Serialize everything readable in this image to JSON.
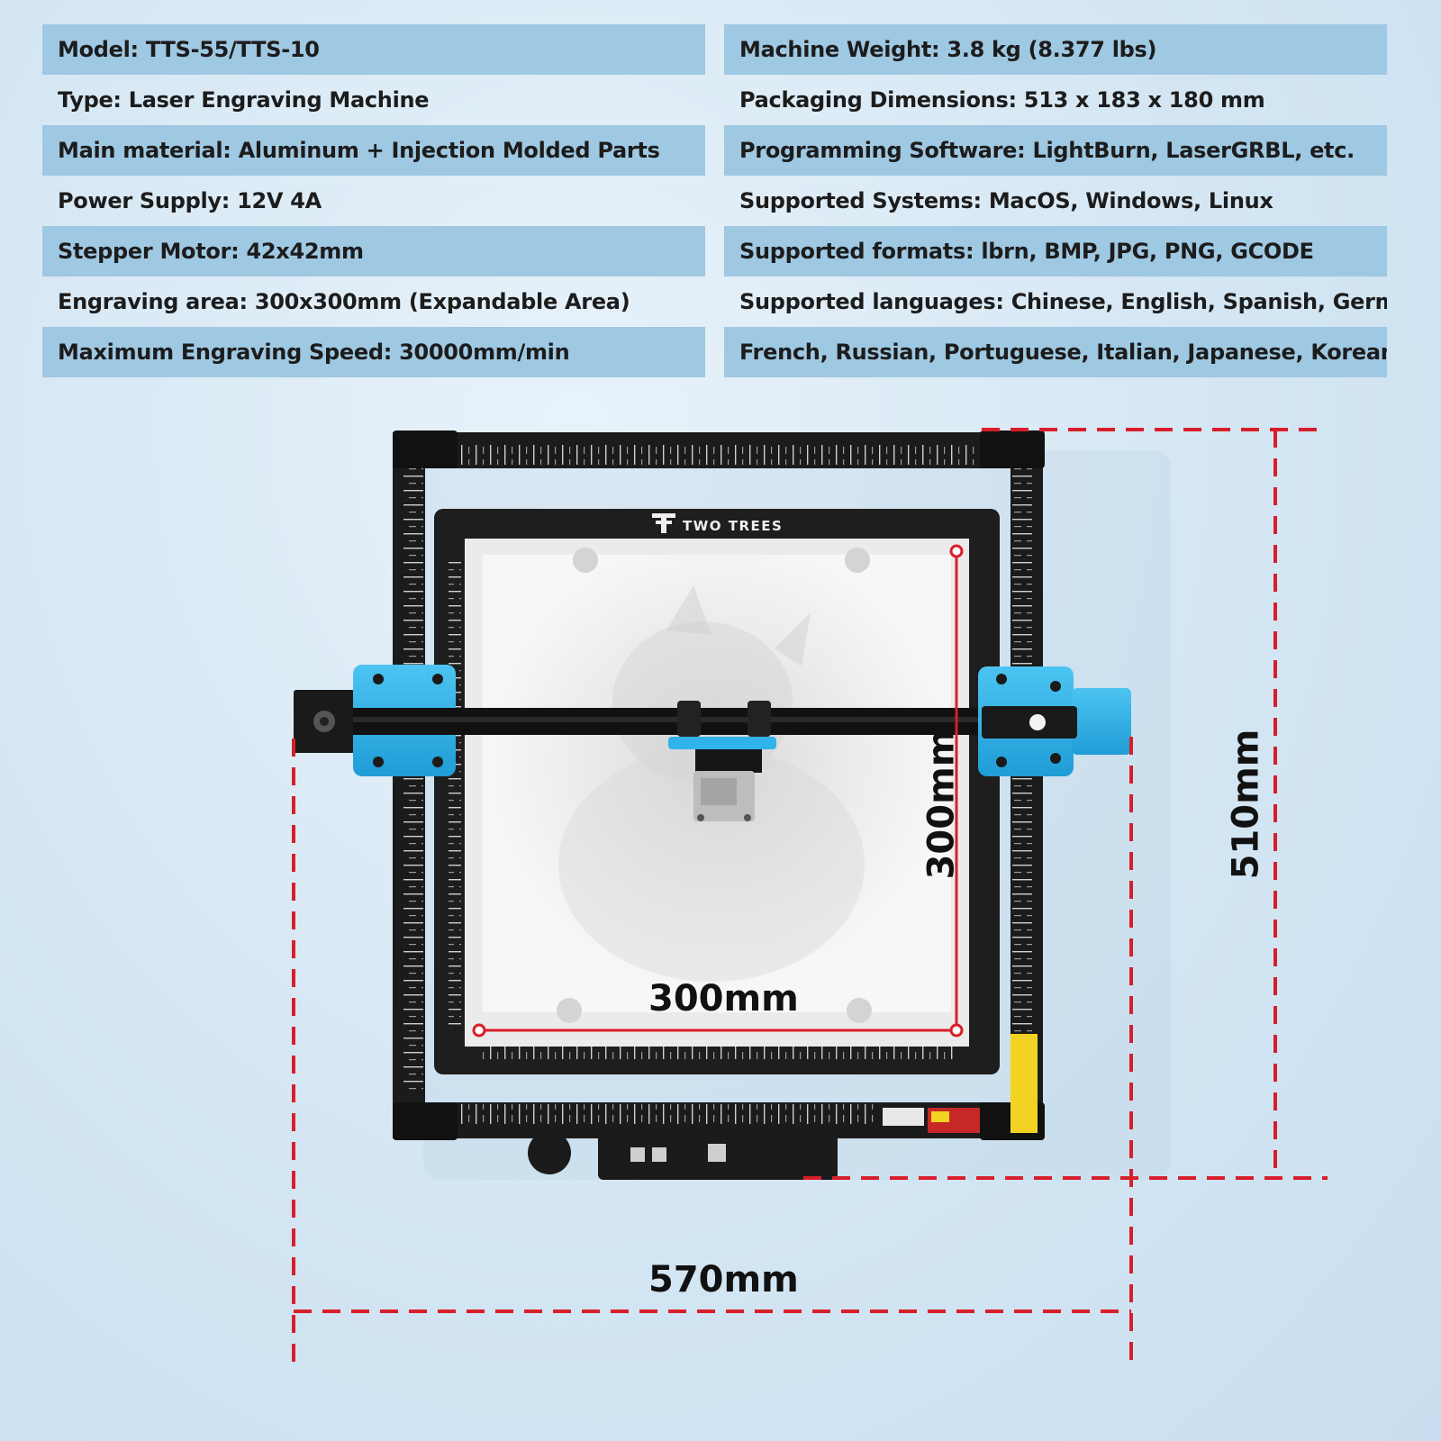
{
  "specs_left": [
    {
      "text": "Model:  TTS-55/TTS-10",
      "band": true
    },
    {
      "text": "Type: Laser Engraving Machine",
      "band": false
    },
    {
      "text": "Main material: Aluminum + Injection Molded Parts",
      "band": true
    },
    {
      "text": "Power Supply: 12V 4A",
      "band": false
    },
    {
      "text": "Stepper Motor: 42x42mm",
      "band": true
    },
    {
      "text": "Engraving area: 300x300mm (Expandable  Area)",
      "band": false
    },
    {
      "text": "Maximum Engraving Speed: 30000mm/min",
      "band": true
    }
  ],
  "specs_right": [
    {
      "text": "Machine Weight: 3.8 kg (8.377 lbs)",
      "band": true
    },
    {
      "text": "Packaging Dimensions: 513 x 183 x 180 mm",
      "band": false
    },
    {
      "text": "Programming Software: LightBurn, LaserGRBL, etc.",
      "band": true
    },
    {
      "text": "Supported Systems: MacOS, Windows, Linux",
      "band": false
    },
    {
      "text": "Supported formats: lbrn, BMP, JPG, PNG, GCODE",
      "band": true
    },
    {
      "text": "Supported languages: Chinese, English, Spanish, German,",
      "band": false
    },
    {
      "text": "French, Russian, Portuguese, Italian, Japanese, Korean",
      "band": true
    }
  ],
  "brand": "TWO TREES",
  "dimensions": {
    "engrave_height": "300mm",
    "engrave_width": "300mm",
    "machine_height": "510mm",
    "machine_width": "570mm"
  },
  "colors": {
    "band": "#9fc8e2",
    "frame": "#1b1b1b",
    "accent_blue": "#2fb3ea",
    "dimension_red": "#d81e2a"
  },
  "icons": [
    "two-trees-logo-icon",
    "laser-warning-label-icon",
    "cat-engraving-image"
  ]
}
